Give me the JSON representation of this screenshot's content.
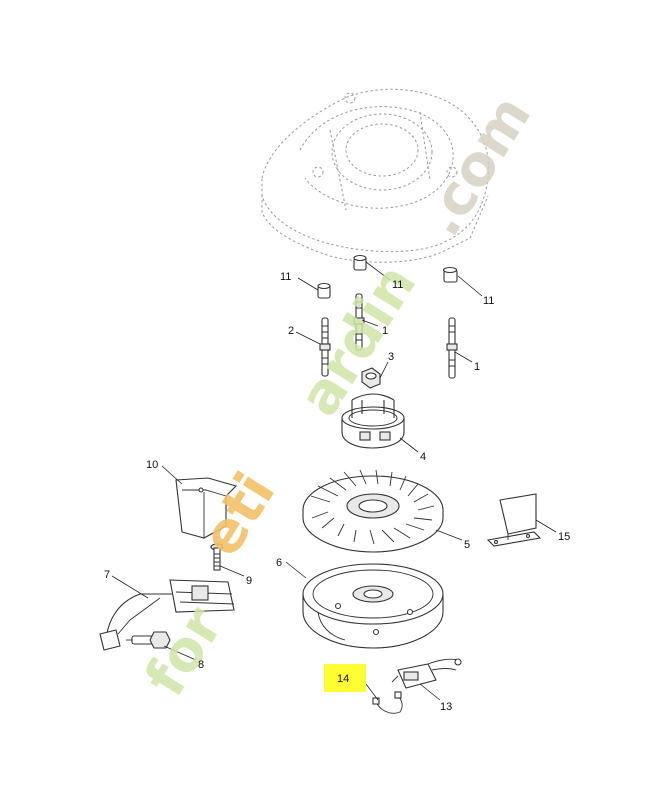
{
  "diagram": {
    "callouts": [
      {
        "id": "c11a",
        "text": "11"
      },
      {
        "id": "c11b",
        "text": "11"
      },
      {
        "id": "c11c",
        "text": "11"
      },
      {
        "id": "c2",
        "text": "2"
      },
      {
        "id": "c1a",
        "text": "1"
      },
      {
        "id": "c1b",
        "text": "1"
      },
      {
        "id": "c3",
        "text": "3"
      },
      {
        "id": "c4",
        "text": "4"
      },
      {
        "id": "c10",
        "text": "10"
      },
      {
        "id": "c5",
        "text": "5"
      },
      {
        "id": "c15",
        "text": "15"
      },
      {
        "id": "c6",
        "text": "6"
      },
      {
        "id": "c9",
        "text": "9"
      },
      {
        "id": "c7",
        "text": "7"
      },
      {
        "id": "c8",
        "text": "8"
      },
      {
        "id": "c14",
        "text": "14"
      },
      {
        "id": "c13",
        "text": "13"
      }
    ],
    "highlight_color": "#ffff33",
    "watermark": {
      "left_word": "for",
      "middle_letters": "eti",
      "right_word": "ardin",
      "suffix": ".com",
      "colors": {
        "green": "#cfe5a8",
        "orange": "#f3c06a",
        "grey": "#d8d2c4"
      }
    }
  }
}
